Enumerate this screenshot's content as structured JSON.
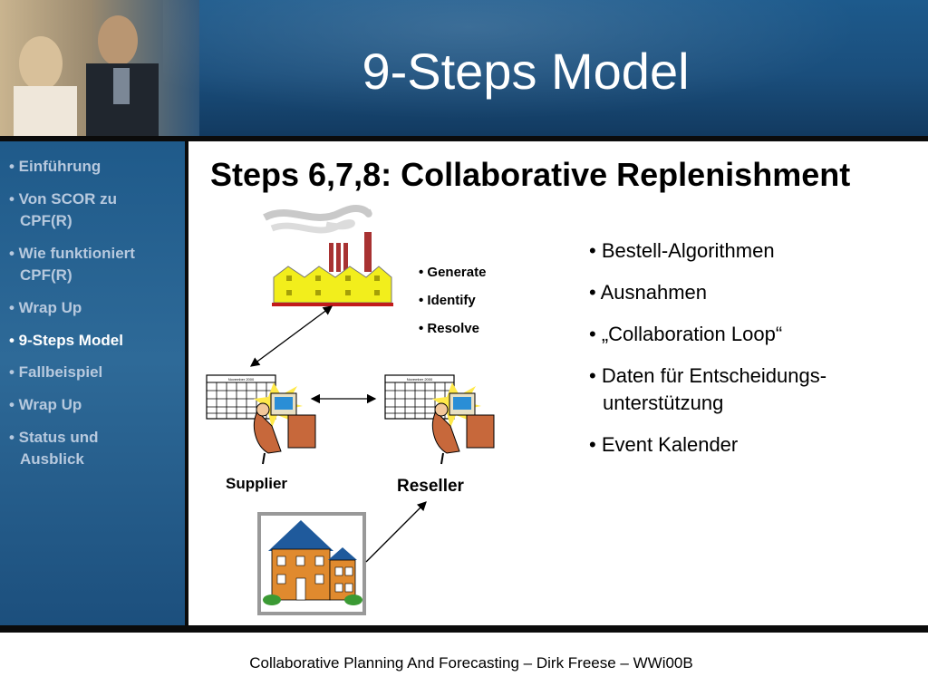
{
  "header": {
    "title": "9-Steps Model"
  },
  "sidebar": {
    "items": [
      {
        "label": "• Einführung"
      },
      {
        "label": "• Von SCOR zu"
      },
      {
        "label": "CPF(R)"
      },
      {
        "label": "• Wie funktioniert"
      },
      {
        "label": "CPF(R)"
      },
      {
        "label": "• Wrap Up"
      },
      {
        "label": "• 9-Steps Model"
      },
      {
        "label": "• Fallbeispiel"
      },
      {
        "label": "• Wrap Up"
      },
      {
        "label": "• Status und"
      },
      {
        "label": "Ausblick"
      }
    ],
    "active_label": "• 9-Steps Model"
  },
  "main": {
    "title": "Steps 6,7,8: Collaborative Replenishment",
    "process_steps": [
      "• Generate",
      "• Identify",
      "• Resolve"
    ],
    "bullets": [
      "• Bestell-Algorithmen",
      "• Ausnahmen",
      "• „Collaboration Loop“",
      "• Daten für Entscheidungs-",
      "unterstützung",
      "• Event Kalender"
    ],
    "labels": {
      "supplier": "Supplier",
      "reseller": "Reseller"
    },
    "calendar_caption": "November 2000"
  },
  "footer": {
    "text": "Collaborative Planning And Forecasting – Dirk Freese – WWi00B"
  },
  "colors": {
    "header_blue": "#1d5a8c",
    "sidebar_blue": "#2e6a98",
    "active_text": "#ffffff",
    "inactive_text": "#b7c9de"
  }
}
